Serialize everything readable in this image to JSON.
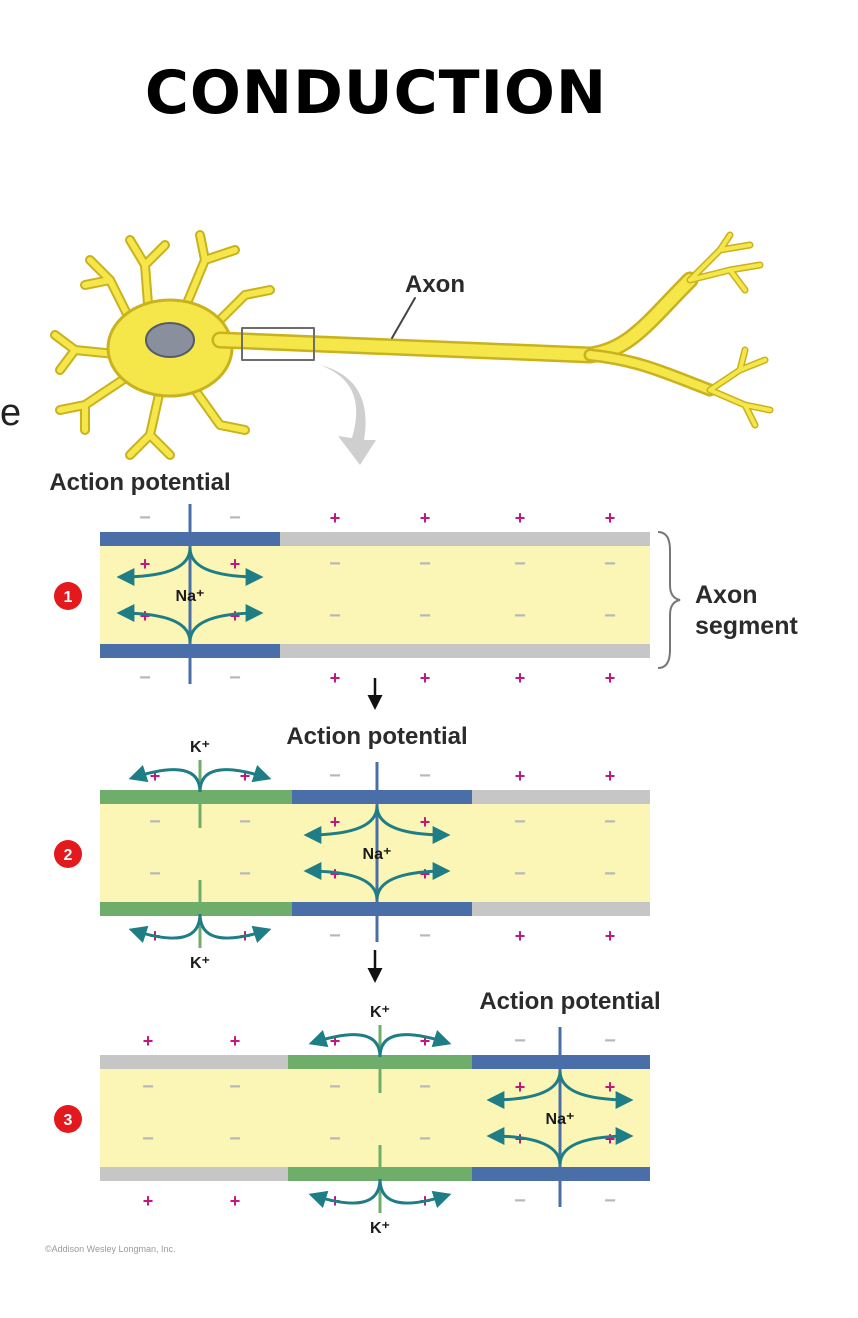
{
  "title": "CONDUCTION",
  "edge_letter": "e",
  "labels": {
    "axon": "Axon",
    "action_potential": "Action potential",
    "axon_segment_line1": "Axon",
    "axon_segment_line2": "segment",
    "na_ion": "Na⁺",
    "k_ion": "K⁺",
    "step1": "1",
    "step2": "2",
    "step3": "3",
    "plus": "+",
    "minus": "−",
    "credit": "©Addison Wesley Longman, Inc."
  },
  "colors": {
    "neuron_yellow": "#f5e64a",
    "neuron_outline": "#c9b21e",
    "nucleus": "#8a8f9e",
    "axoplasm": "#fbf6b6",
    "membrane_blue": "#4a6fa8",
    "membrane_green": "#6fae6a",
    "membrane_gray": "#c6c6c6",
    "arrow_teal": "#1f7d85",
    "plus_magenta": "#c2177d",
    "step_red": "#e3191e"
  }
}
